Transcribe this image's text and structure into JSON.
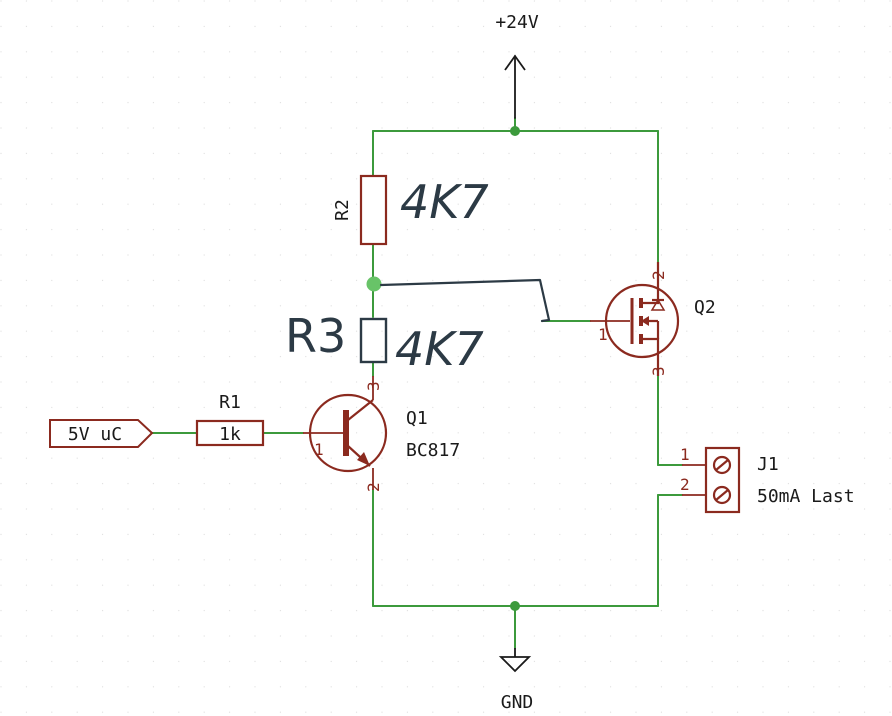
{
  "power": {
    "vcc_label": "+24V",
    "gnd_label": "GND"
  },
  "components": {
    "r1": {
      "ref": "R1",
      "value": "1k"
    },
    "r2": {
      "ref": "R2",
      "value": "4K7"
    },
    "r3": {
      "ref": "R3",
      "value": "4K7"
    },
    "q1": {
      "ref": "Q1",
      "value": "BC817",
      "pins": {
        "base": "1",
        "emitter": "2",
        "collector": "3"
      }
    },
    "q2": {
      "ref": "Q2",
      "pins": {
        "gate": "1",
        "drain": "2",
        "source": "3"
      }
    },
    "j1": {
      "ref": "J1",
      "value": "50mA Last",
      "pins": {
        "p1": "1",
        "p2": "2"
      }
    }
  },
  "input_label": "5V uC",
  "colors": {
    "wire": "#3c9a3c",
    "component": "#8b2a1f",
    "handwriting": "#2c3a45"
  }
}
